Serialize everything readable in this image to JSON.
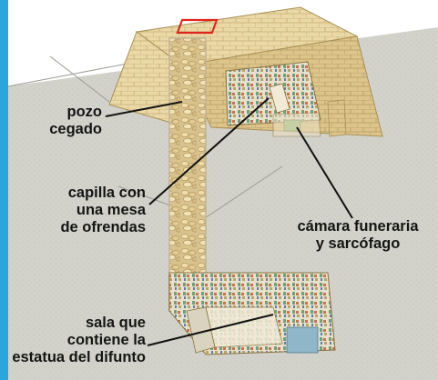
{
  "labels": {
    "shaft": [
      "pozo",
      "cegado"
    ],
    "chapel": [
      "capilla con",
      "una mesa",
      "de ofrendas"
    ],
    "burial_chamber": [
      "cámara funeraria",
      "y sarcófago"
    ],
    "statue_room": [
      "sala que",
      "contiene la",
      "estatua del difunto"
    ]
  },
  "colors": {
    "border_accent": "#2aa6dc",
    "ground": "#cfcfc8",
    "brick": "#e9d6a3",
    "marker": "#e0241c",
    "text": "#141414"
  }
}
